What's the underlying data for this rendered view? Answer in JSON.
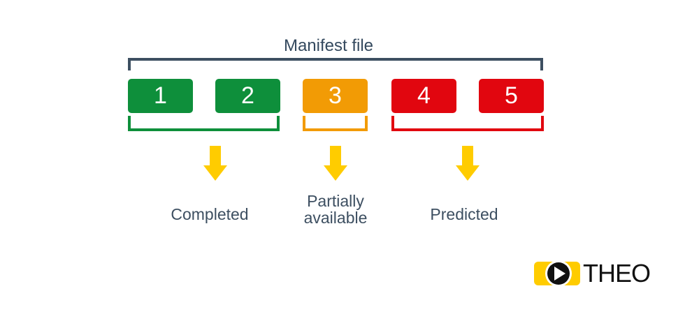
{
  "diagram": {
    "title": "Manifest file",
    "segments": [
      {
        "label": "1",
        "status": "completed",
        "color": "#0e8f3b"
      },
      {
        "label": "2",
        "status": "completed",
        "color": "#0e8f3b"
      },
      {
        "label": "3",
        "status": "partial",
        "color": "#f29b05"
      },
      {
        "label": "4",
        "status": "predicted",
        "color": "#e1060f"
      },
      {
        "label": "5",
        "status": "predicted",
        "color": "#e1060f"
      }
    ],
    "groups": {
      "completed": "Completed",
      "partial_line1": "Partially",
      "partial_line2": "available",
      "predicted": "Predicted"
    },
    "arrow_color": "#ffcc00",
    "bracket_color": "#3d4f61"
  },
  "logo": {
    "text": "THEO",
    "icon": "play-icon",
    "color": "#ffcc00"
  }
}
